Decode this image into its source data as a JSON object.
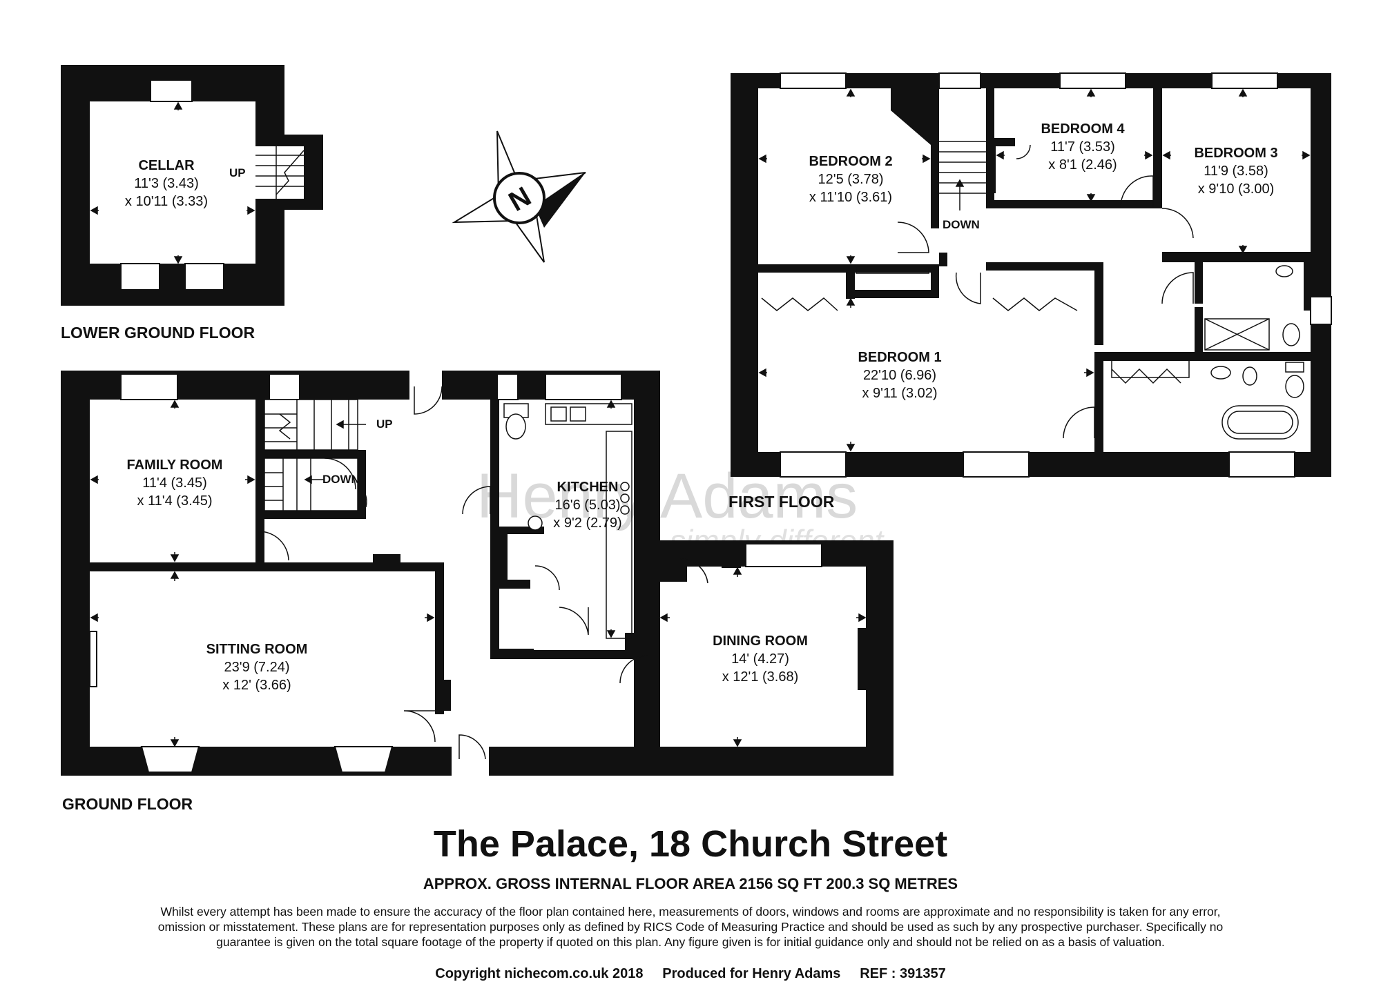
{
  "floors": {
    "lower_ground": "LOWER GROUND FLOOR",
    "ground": "GROUND FLOOR",
    "first": "FIRST FLOOR"
  },
  "rooms": {
    "cellar": {
      "name": "CELLAR",
      "dim1": "11'3 (3.43)",
      "dim2": "x 10'11 (3.33)"
    },
    "family": {
      "name": "FAMILY ROOM",
      "dim1": "11'4 (3.45)",
      "dim2": "x 11'4 (3.45)"
    },
    "kitchen": {
      "name": "KITCHEN",
      "dim1": "16'6 (5.03)",
      "dim2": "x 9'2 (2.79)"
    },
    "sitting": {
      "name": "SITTING ROOM",
      "dim1": "23'9 (7.24)",
      "dim2": "x 12' (3.66)"
    },
    "dining": {
      "name": "DINING ROOM",
      "dim1": "14' (4.27)",
      "dim2": "x 12'1 (3.68)"
    },
    "bed2": {
      "name": "BEDROOM 2",
      "dim1": "12'5 (3.78)",
      "dim2": "x 11'10 (3.61)"
    },
    "bed4": {
      "name": "BEDROOM 4",
      "dim1": "11'7 (3.53)",
      "dim2": "x 8'1 (2.46)"
    },
    "bed3": {
      "name": "BEDROOM 3",
      "dim1": "11'9 (3.58)",
      "dim2": "x 9'10 (3.00)"
    },
    "bed1": {
      "name": "BEDROOM 1",
      "dim1": "22'10 (6.96)",
      "dim2": "x 9'11 (3.02)"
    }
  },
  "stairs": {
    "cellar_up": "UP",
    "ground_up": "UP",
    "ground_down": "DOWN",
    "first_down": "DOWN"
  },
  "compass": {
    "letter": "N"
  },
  "watermark": {
    "brand": "Henry Adams",
    "tagline": "simply different"
  },
  "footer": {
    "title": "The Palace, 18 Church Street",
    "area": "APPROX. GROSS INTERNAL FLOOR AREA 2156 SQ FT 200.3 SQ METRES",
    "disclaimer": [
      "Whilst every attempt has been made to ensure the accuracy of the floor plan contained here, measurements of doors, windows and rooms are approximate and no responsibility is taken for any error,",
      "omission or misstatement. These plans are for representation purposes only as defined by RICS Code of Measuring Practice and should be used as such by any prospective purchaser.  Specifically no",
      "guarantee is given on the total square footage of the property if quoted on this plan. Any figure given is for initial guidance only and should not be relied on as a basis of valuation."
    ],
    "copyright": "Copyright nichecom.co.uk 2018     Produced for Henry Adams     REF : 391357"
  },
  "colors": {
    "wall": "#111111",
    "text": "#111111",
    "watermark": "#d9d9d9"
  }
}
